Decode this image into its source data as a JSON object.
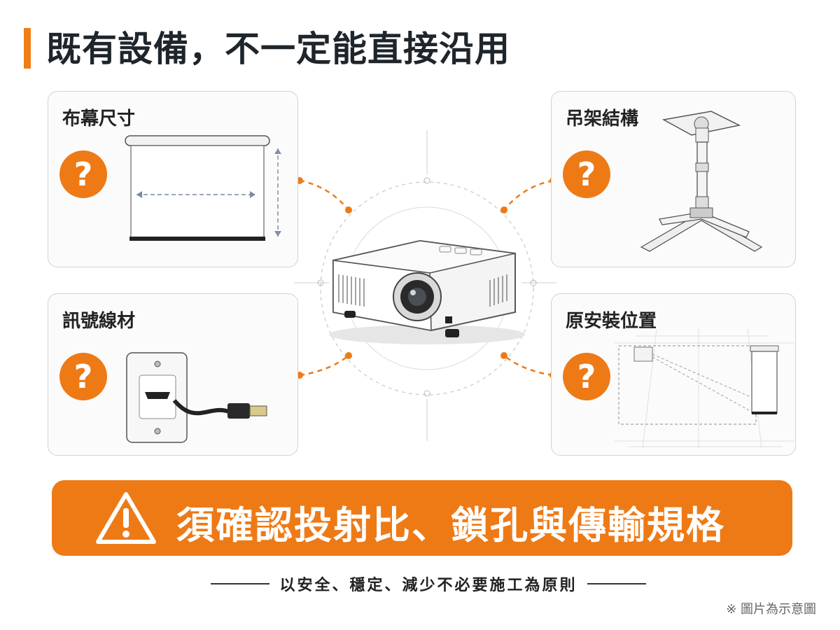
{
  "title": "既有設備，不一定能直接沿用",
  "cards": {
    "screen": {
      "label": "布幕尺寸",
      "badge": "?"
    },
    "mount": {
      "label": "吊架結構",
      "badge": "?"
    },
    "cable": {
      "label": "訊號線材",
      "badge": "?"
    },
    "location": {
      "label": "原安裝位置",
      "badge": "?"
    }
  },
  "warning": {
    "icon": "warning-triangle-icon",
    "text": "須確認投射比、鎖孔與傳輸規格"
  },
  "subtitle": "以安全、穩定、減少不必要施工為原則",
  "footnote": "※ 圖片為示意圖",
  "colors": {
    "accent": "#ee7a16",
    "text": "#1f262b",
    "card_border": "#cfd3d6"
  }
}
